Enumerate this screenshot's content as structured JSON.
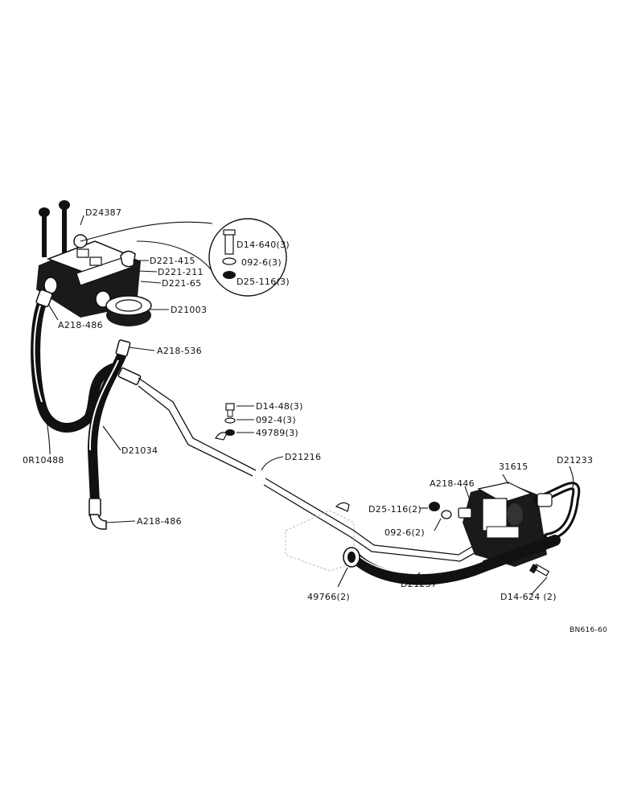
{
  "parts": {
    "d24387": "D24387",
    "d221_415": "D221-415",
    "d221_211": "D221-211",
    "d221_65": "D221-65",
    "d21003": "D21003",
    "a218_486_upper": "A218-486",
    "a218_536": "A218-536",
    "or10488": "0R10488",
    "d21034": "D21034",
    "a218_486_lower": "A218-486",
    "d14_640": "D14-640(3)",
    "n092_6_3": "092-6(3)",
    "d25_116_3": "D25-116(3)",
    "d14_48": "D14-48(3)",
    "n092_4": "092-4(3)",
    "n49789": "49789(3)",
    "d21216": "D21216",
    "a218_446": "A218-446",
    "n31615": "31615",
    "d21233": "D21233",
    "d25_116_2": "D25-116(2)",
    "n092_6_2": "092-6(2)",
    "d21237": "D21237",
    "n49766": "49766(2)",
    "d14_624": "D14-624 (2)"
  },
  "figure_code": "BN616-60"
}
